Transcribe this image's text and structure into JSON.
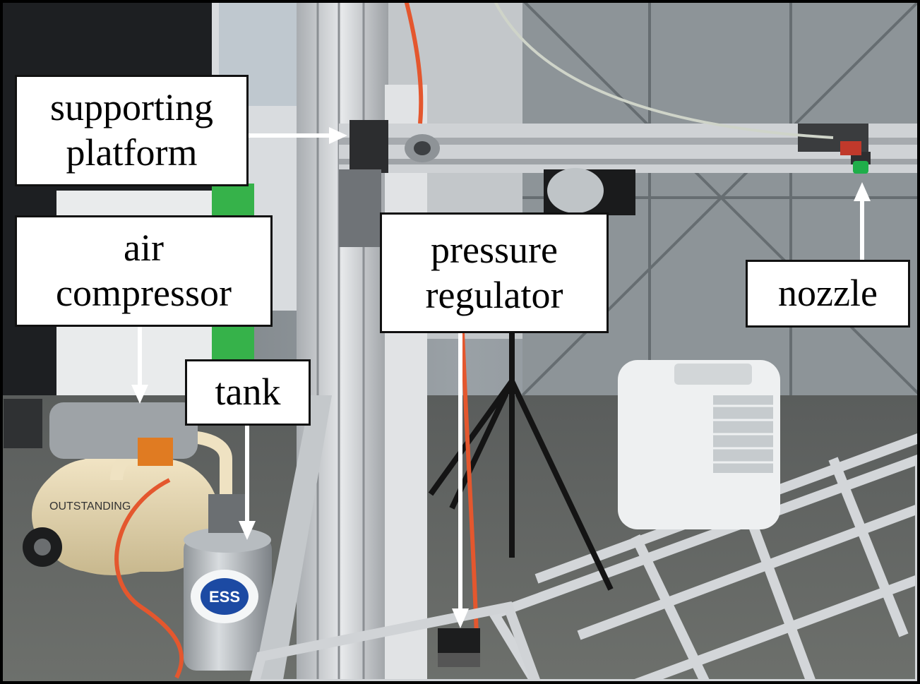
{
  "labels": {
    "supporting_platform": "supporting\nplatform",
    "air_compressor": "air\ncompressor",
    "tank": "tank",
    "pressure_regulator": "pressure\nregulator",
    "nozzle": "nozzle"
  },
  "image_content": {
    "scene": "experimental spray setup photo",
    "visible_brand_text": "OUTSTANDING",
    "tank_logo_text": "ESS"
  },
  "colors": {
    "label_border": "#111111",
    "arrow": "#ffffff",
    "hose": "#e4572e",
    "aluminium": "#c9ccd0",
    "nozzle_tip": "#1fae4a"
  }
}
